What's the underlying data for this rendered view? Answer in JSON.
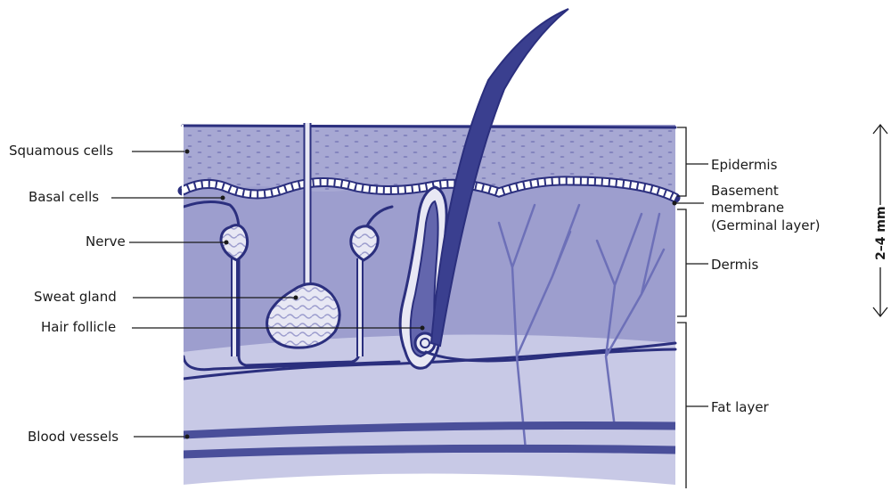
{
  "labels_left": {
    "squamous": "Squamous cells",
    "basal": "Basal cells",
    "nerve": "Nerve",
    "sweat": "Sweat gland",
    "hair": "Hair follicle",
    "blood": "Blood vessels"
  },
  "labels_right": {
    "epidermis": "Epidermis",
    "basement_1": "Basement",
    "basement_2": "membrane",
    "basement_3": "(Germinal layer)",
    "dermis": "Dermis",
    "fat": "Fat layer"
  },
  "scale": {
    "label": "2–4 mm"
  },
  "colors": {
    "epidermis": "#a7a8d3",
    "dermis": "#9d9ece",
    "fat": "#c8c9e6",
    "outline": "#2b2f7e",
    "vessel": "#4a4f9a",
    "membrane": "#ffffff"
  }
}
